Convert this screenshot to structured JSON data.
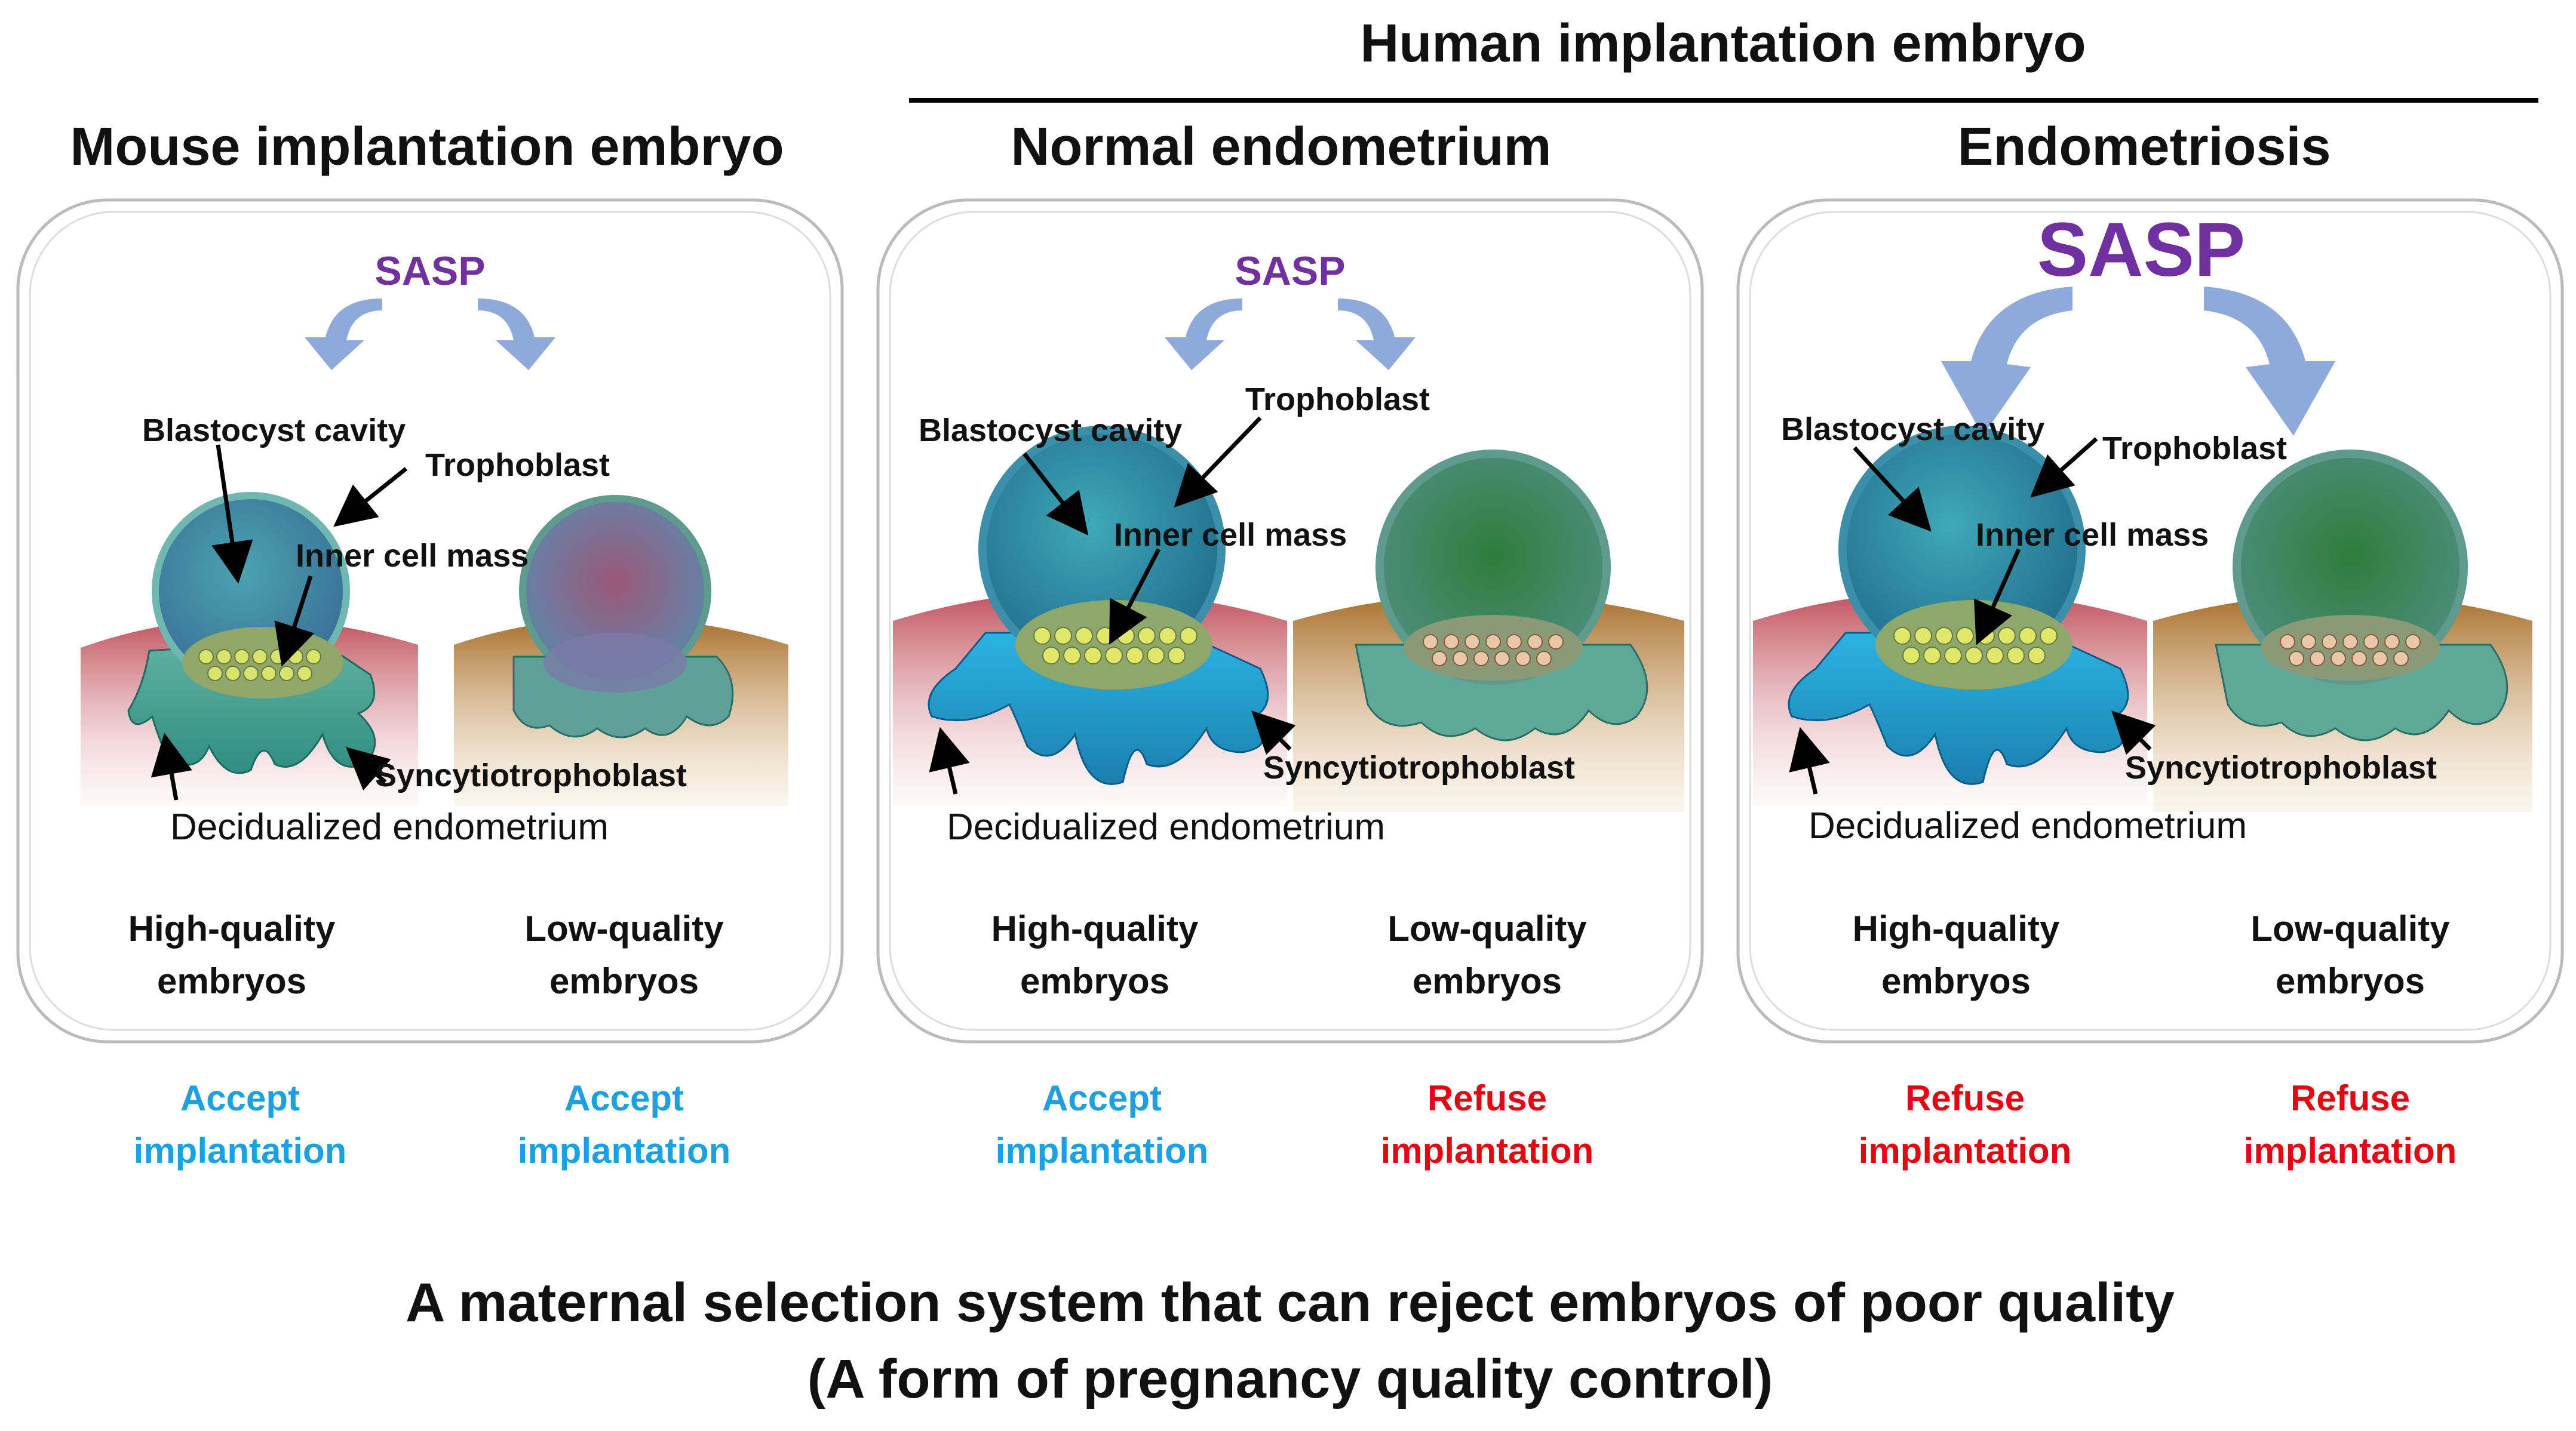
{
  "human_header": "Human implantation embryo",
  "panels": [
    {
      "title": "Mouse implantation embryo",
      "sasp": "SASP",
      "labels": {
        "blastocyst": "Blastocyst cavity",
        "trophoblast": "Trophoblast",
        "icm": "Inner cell mass",
        "syncytio": "Syncytiotrophoblast",
        "decidual": "Decidualized endometrium"
      },
      "high_quality": [
        "High-quality",
        "embryos"
      ],
      "low_quality": [
        "Low-quality",
        "embryos"
      ],
      "high_outcome": [
        "Accept",
        "implantation"
      ],
      "low_outcome": [
        "Accept",
        "implantation"
      ]
    },
    {
      "title": "Normal endometrium",
      "sasp": "SASP",
      "labels": {
        "blastocyst": "Blastocyst cavity",
        "trophoblast": "Trophoblast",
        "icm": "Inner cell mass",
        "syncytio": "Syncytiotrophoblast",
        "decidual": "Decidualized endometrium"
      },
      "high_quality": [
        "High-quality",
        "embryos"
      ],
      "low_quality": [
        "Low-quality",
        "embryos"
      ],
      "high_outcome": [
        "Accept",
        "implantation"
      ],
      "low_outcome": [
        "Refuse",
        "implantation"
      ]
    },
    {
      "title": "Endometriosis",
      "sasp": "SASP",
      "labels": {
        "blastocyst": "Blastocyst cavity",
        "trophoblast": "Trophoblast",
        "icm": "Inner cell mass",
        "syncytio": "Syncytiotrophoblast",
        "decidual": "Decidualized endometrium"
      },
      "high_quality": [
        "High-quality",
        "embryos"
      ],
      "low_quality": [
        "Low-quality",
        "embryos"
      ],
      "high_outcome": [
        "Refuse",
        "implantation"
      ],
      "low_outcome": [
        "Refuse",
        "implantation"
      ]
    }
  ],
  "footer": {
    "line1": "A maternal selection system that can reject embryos of poor quality",
    "line2": "(A form of pregnancy quality control)"
  },
  "colors": {
    "sasp": "#7030a0",
    "accept": "#1ba1e2",
    "refuse": "#e30613",
    "arrow": "#8eaadb"
  }
}
